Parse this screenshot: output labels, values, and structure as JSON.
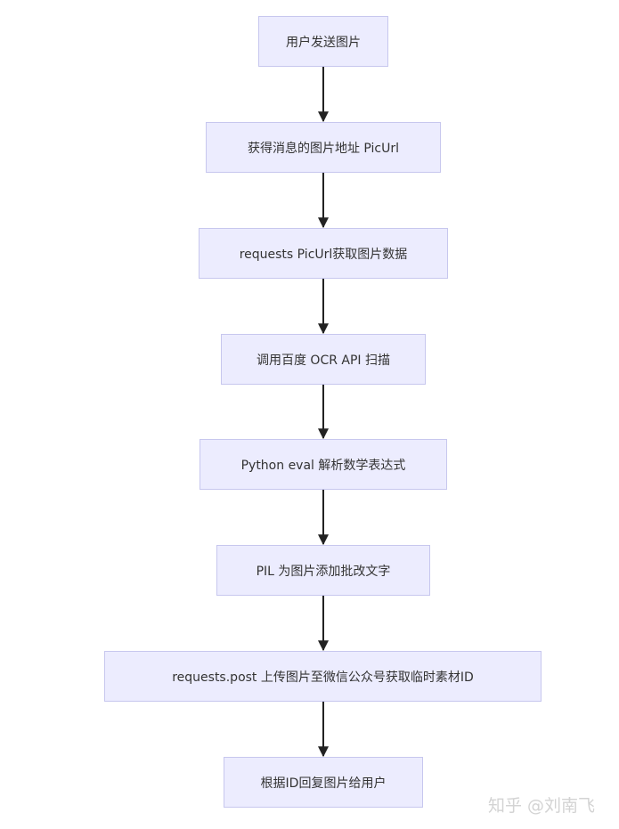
{
  "flowchart": {
    "steps": [
      "用户发送图片",
      "获得消息的图片地址 PicUrl",
      "requests PicUrl获取图片数据",
      "调用百度 OCR API 扫描",
      "Python eval 解析数学表达式",
      "PIL 为图片添加批改文字",
      "requests.post 上传图片至微信公众号获取临时素材ID",
      "根据ID回复图片给用户"
    ]
  },
  "watermark": "知乎 @刘南飞",
  "colors": {
    "node_fill": "#ececfe",
    "node_border": "#c7c7ee",
    "arrow": "#222222",
    "text": "#333333"
  }
}
